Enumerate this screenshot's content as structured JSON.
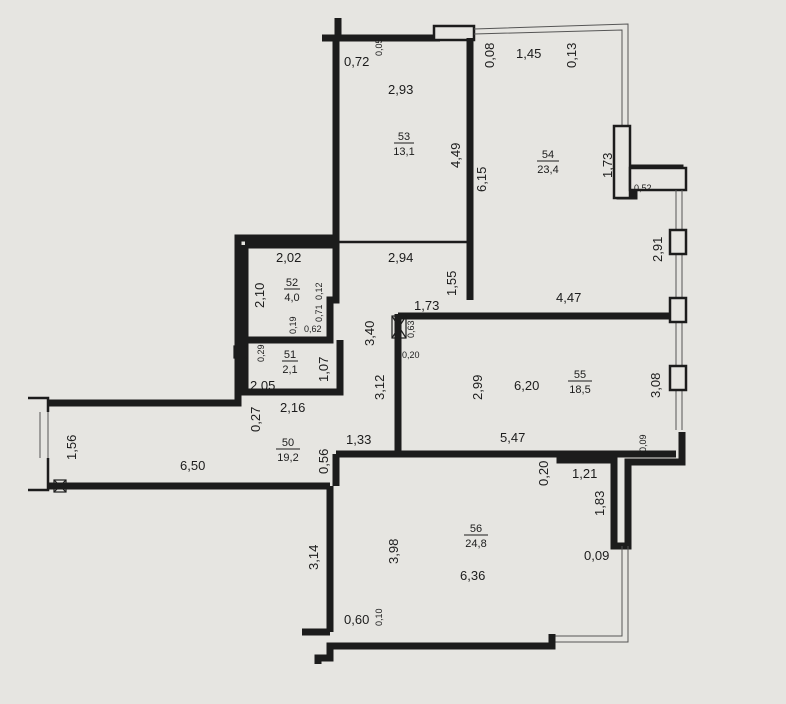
{
  "rooms": [
    {
      "id": "r53",
      "number": "53",
      "area": "13,1"
    },
    {
      "id": "r54",
      "number": "54",
      "area": "23,4"
    },
    {
      "id": "r52",
      "number": "52",
      "area": "4,0"
    },
    {
      "id": "r51",
      "number": "51",
      "area": "2,1"
    },
    {
      "id": "r55",
      "number": "55",
      "area": "18,5"
    },
    {
      "id": "r50",
      "number": "50",
      "area": "19,2"
    },
    {
      "id": "r56",
      "number": "56",
      "area": "24,8"
    }
  ],
  "dimensions": {
    "d_072": "0,72",
    "d_005": "0,05",
    "d_293": "2,93",
    "d_449": "4,49",
    "d_008": "0,08",
    "d_145": "1,45",
    "d_013": "0,13",
    "d_615": "6,15",
    "d_173a": "1,73",
    "d_052": "0,52",
    "d_291": "2,91",
    "d_202": "2,02",
    "d_294": "2,94",
    "d_155": "1,55",
    "d_210": "2,10",
    "d_012": "0,12",
    "d_071": "0,71",
    "d_019": "0,19",
    "d_062": "0,62",
    "d_340": "3,40",
    "d_173b": "1,73",
    "d_447": "4,47",
    "d_063": "0,63",
    "d_029": "0,29",
    "d_020a": "0,20",
    "d_107": "1,07",
    "d_205": "2,05",
    "d_312": "3,12",
    "d_299": "2,99",
    "d_620": "6,20",
    "d_308": "3,08",
    "d_027": "0,27",
    "d_216": "2,16",
    "d_156": "1,56",
    "d_133": "1,33",
    "d_056": "0,56",
    "d_547": "5,47",
    "d_009a": "0,09",
    "d_650": "6,50",
    "d_020b": "0,20",
    "d_121": "1,21",
    "d_183": "1,83",
    "d_398": "3,98",
    "d_636": "6,36",
    "d_009b": "0,09",
    "d_314": "3,14",
    "d_060": "0,60",
    "d_010": "0,10"
  }
}
